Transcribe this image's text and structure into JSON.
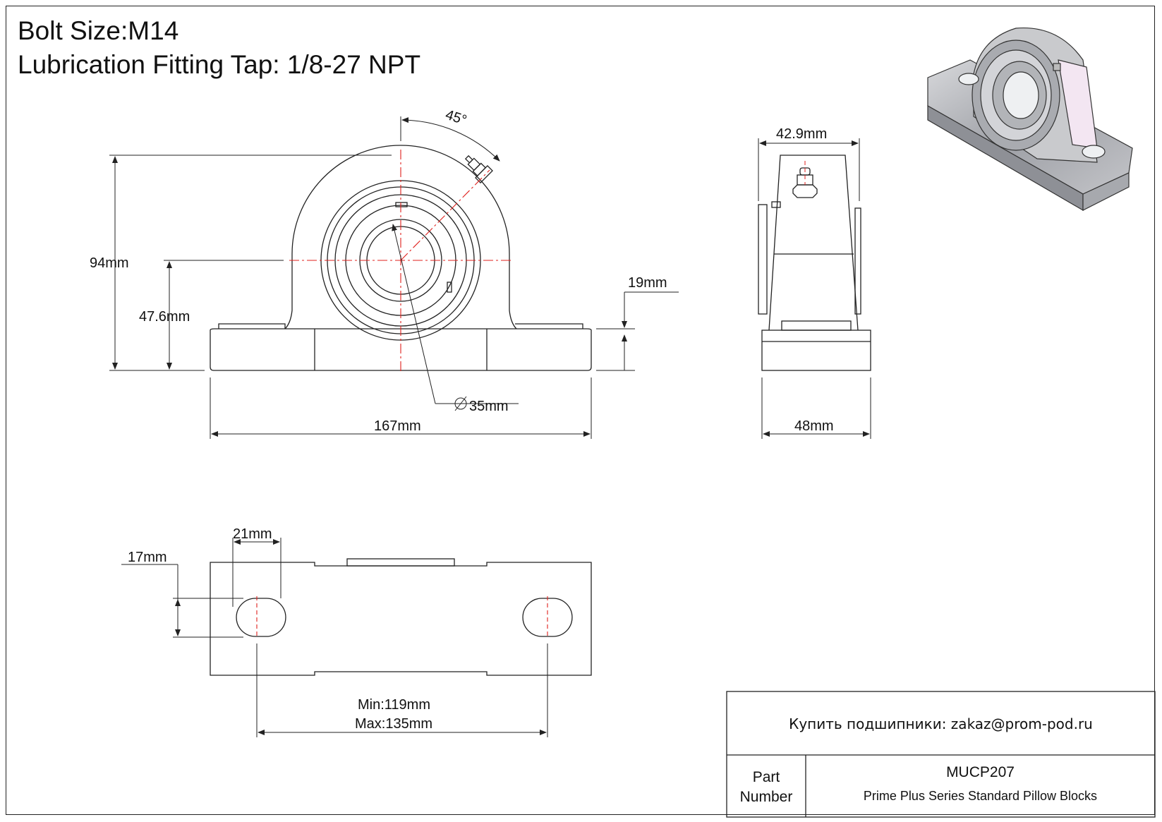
{
  "header": {
    "bolt_size": "Bolt Size:M14",
    "lube_fitting": "Lubrication Fitting Tap: 1/8-27 NPT"
  },
  "front_view": {
    "angle": "45°",
    "height_total": "94mm",
    "center_height": "47.6mm",
    "base_thickness": "19mm",
    "bore": "35mm",
    "length": "167mm"
  },
  "side_view": {
    "top_width": "42.9mm",
    "base_width": "48mm"
  },
  "bottom_view": {
    "slot_width": "21mm",
    "slot_length": "17mm",
    "bolt_center_min": "Min:119mm",
    "bolt_center_max": "Max:135mm"
  },
  "title_block": {
    "contact": "Купить подшипники: zakaz@prom-pod.ru",
    "part_label_1": "Part",
    "part_label_2": "Number",
    "part_number": "MUCP207",
    "description": "Prime Plus Series Standard Pillow Blocks"
  },
  "colors": {
    "line": "#222222",
    "center_line": "#e0201c",
    "iso_body": "#b8b9bd",
    "iso_highlight": "#f3e6f2"
  }
}
